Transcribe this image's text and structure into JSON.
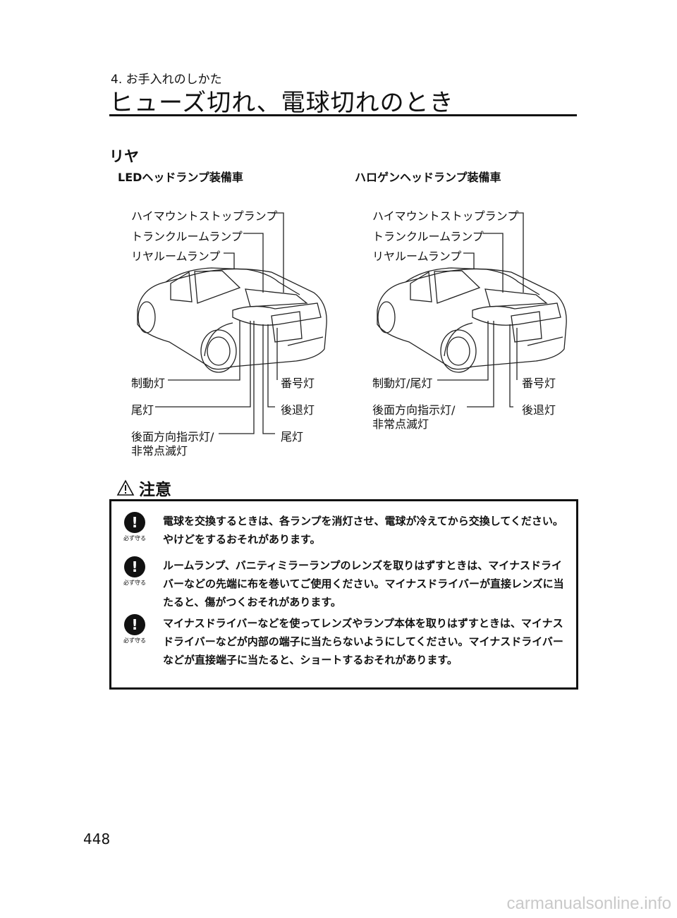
{
  "header": {
    "chapter": "4. お手入れのしかた",
    "title": "ヒューズ切れ、電球切れのとき"
  },
  "section": "リヤ",
  "left": {
    "subtitle": "LEDヘッドランプ装備車",
    "labels": {
      "high_mount": "ハイマウントストップランプ",
      "trunk": "トランクルームランプ",
      "rear_room": "リヤルームランプ",
      "brake": "制動灯",
      "tail": "尾灯",
      "turn_line1": "後面方向指示灯/",
      "turn_line2": "非常点滅灯",
      "license": "番号灯",
      "reverse": "後退灯",
      "tail2": "尾灯"
    }
  },
  "right": {
    "subtitle": "ハロゲンヘッドランプ装備車",
    "labels": {
      "high_mount": "ハイマウントストップランプ",
      "trunk": "トランクルームランプ",
      "rear_room": "リヤルームランプ",
      "brake_tail": "制動灯/尾灯",
      "turn_line1": "後面方向指示灯/",
      "turn_line2": "非常点滅灯",
      "license": "番号灯",
      "reverse": "後退灯"
    }
  },
  "caution": {
    "title": "注意",
    "must_label": "必ず守る",
    "items": [
      "電球を交換するときは、各ランプを消灯させ、電球が冷えてから交換してください。やけどをするおそれがあります。",
      "ルームランプ、バニティミラーランプのレンズを取りはずすときは、マイナスドライバーなどの先端に布を巻いてご使用ください。マイナスドライバーが直接レンズに当たると、傷がつくおそれがあります。",
      "マイナスドライバーなどを使ってレンズやランプ本体を取りはずすときは、マイナスドライバーなどが内部の端子に当たらないようにしてください。マイナスドライバーなどが直接端子に当たると、ショートするおそれがあります。"
    ]
  },
  "page_number": "448",
  "watermark": "carmanualsonline.info"
}
